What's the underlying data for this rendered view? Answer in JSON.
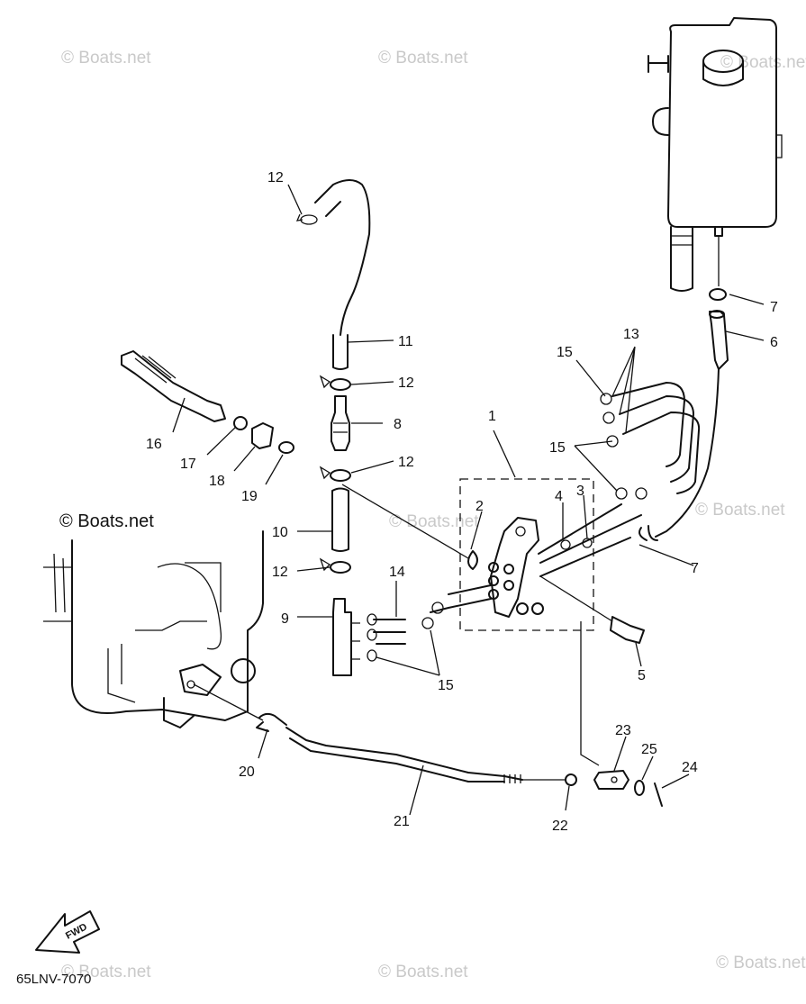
{
  "watermark": "© Boats.net",
  "diagram_code": "65LNV-7070",
  "fwd_label": "FWD",
  "callouts": {
    "c1": "1",
    "c2": "2",
    "c3": "3",
    "c4": "4",
    "c5": "5",
    "c6": "6",
    "c7a": "7",
    "c7b": "7",
    "c8": "8",
    "c9": "9",
    "c10": "10",
    "c11": "11",
    "c12a": "12",
    "c12b": "12",
    "c12c": "12",
    "c12d": "12",
    "c13": "13",
    "c14": "14",
    "c15a": "15",
    "c15b": "15",
    "c15c": "15",
    "c16": "16",
    "c17": "17",
    "c18": "18",
    "c19": "19",
    "c20": "20",
    "c21": "21",
    "c22": "22",
    "c23": "23",
    "c24": "24",
    "c25": "25"
  }
}
